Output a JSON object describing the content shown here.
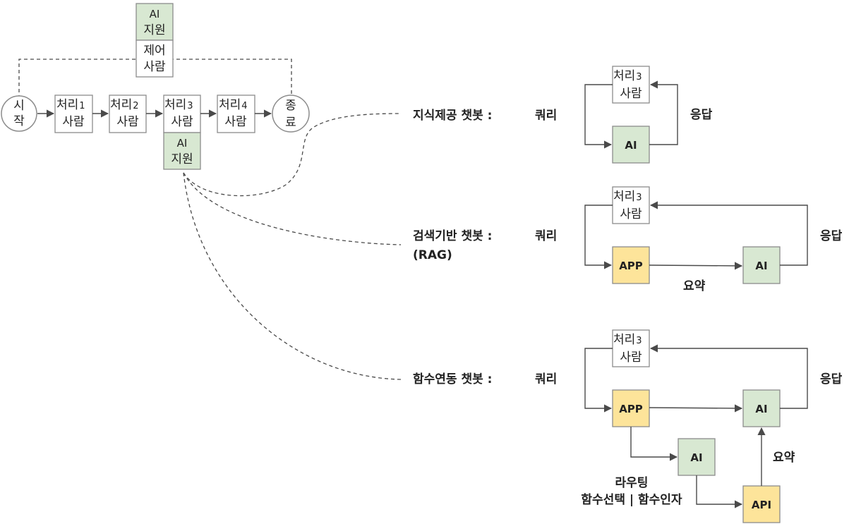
{
  "colors": {
    "ai_fill": "#d8e8d2",
    "app_fill": "#fde49a",
    "box_border": "#8c8c8c",
    "line": "#4a4a4a"
  },
  "process": {
    "start": [
      "시",
      "작"
    ],
    "end": [
      "종",
      "료"
    ],
    "steps": [
      {
        "title": "처리",
        "num": "1",
        "role": "사람"
      },
      {
        "title": "처리",
        "num": "2",
        "role": "사람"
      },
      {
        "title": "처리",
        "num": "3",
        "role": "사람"
      },
      {
        "title": "처리",
        "num": "4",
        "role": "사람"
      }
    ],
    "ai_top": [
      "AI",
      "지원"
    ],
    "control": [
      "제어",
      "사람"
    ],
    "ai_bottom": [
      "AI",
      "지원"
    ]
  },
  "chatbots": [
    {
      "name": "지식제공 챗봇 :",
      "query": "쿼리",
      "response": "응답",
      "human": {
        "title": "처리",
        "num": "3",
        "role": "사람"
      },
      "ai": "AI"
    },
    {
      "name": "검색기반 챗봇 :",
      "subname": "(RAG)",
      "query": "쿼리",
      "response": "응답",
      "summary": "요약",
      "human": {
        "title": "처리",
        "num": "3",
        "role": "사람"
      },
      "app": "APP",
      "ai": "AI"
    },
    {
      "name": "함수연동 챗봇 :",
      "query": "쿼리",
      "response": "응답",
      "summary": "요약",
      "human": {
        "title": "처리",
        "num": "3",
        "role": "사람"
      },
      "app": "APP",
      "ai": "AI",
      "router_ai": "AI",
      "api": "API",
      "routing": "라우팅",
      "routing_detail": "함수선택 | 함수인자"
    }
  ]
}
